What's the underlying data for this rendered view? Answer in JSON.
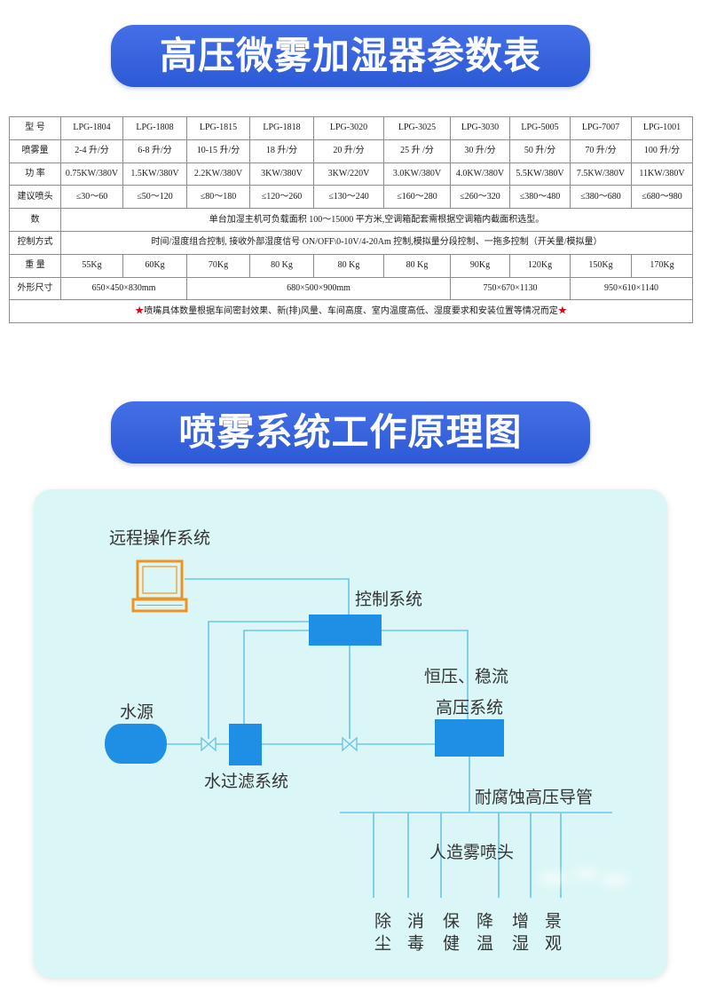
{
  "banners": {
    "spec_title": "高压微雾加湿器参数表",
    "diagram_title": "喷雾系统工作原理图"
  },
  "spec_table": {
    "model": {
      "label": "型 号",
      "values": [
        "LPG-1804",
        "LPG-1808",
        "LPG-1815",
        "LPG-1818",
        "LPG-3020",
        "LPG-3025",
        "LPG-3030",
        "LPG-5005",
        "LPG-7007",
        "LPG-1001"
      ]
    },
    "spray_volume": {
      "label": "喷雾量",
      "values": [
        "2-4 升/分",
        "6-8 升/分",
        "10-15 升/分",
        "18 升/分",
        "20 升/分",
        "25 升 /分",
        "30 升/分",
        "50 升/分",
        "70 升/分",
        "100 升/分"
      ]
    },
    "power": {
      "label": "功 率",
      "values": [
        "0.75KW/380V",
        "1.5KW/380V",
        "2.2KW/380V",
        "3KW/380V",
        "3KW/220V",
        "3.0KW/380V",
        "4.0KW/380V",
        "5.5KW/380V",
        "7.5KW/380V",
        "11KW/380V"
      ]
    },
    "nozzles": {
      "label": "建议喷头",
      "values": [
        "≤30～60",
        "≤50～120",
        "≤80～180",
        "≤120～260",
        "≤130～240",
        "≤160～280",
        "≤260～320",
        "≤380～480",
        "≤380～680",
        "≤680～980"
      ]
    },
    "coverage": {
      "label": "数",
      "text": "单台加湿主机可负载面积 100～15000 平方米,空调箱配套需根据空调箱内截面积选型。"
    },
    "control": {
      "label": "控制方式",
      "text": "时间/湿度组合控制, 接收外部湿度信号 ON/OFF\\0-10V/4-20Am 控制,模拟量分段控制、一拖多控制（开关量/模拟量）"
    },
    "weight": {
      "label": "重 量",
      "values": [
        "55Kg",
        "60Kg",
        "70Kg",
        "80 Kg",
        "80 Kg",
        "80 Kg",
        "90Kg",
        "120Kg",
        "150Kg",
        "170Kg"
      ]
    },
    "dimensions": {
      "label": "外形尺寸",
      "values": [
        "650×450×830mm",
        "680×500×900mm",
        "750×670×1130",
        "950×610×1140"
      ]
    },
    "note": {
      "star": "★",
      "text": "喷嘴具体数量根据车间密封效果、新(排)风量、车间高度、室内温度高低、湿度要求和安装位置等情况而定"
    }
  },
  "diagram": {
    "labels": {
      "remote": "远程操作系统",
      "control": "控制系统",
      "pressure_note": "恒压、稳流",
      "high_pressure": "高压系统",
      "water_source": "水源",
      "filter": "水过滤系统",
      "pipe": "耐腐蚀高压导管",
      "nozzle": "人造雾喷头"
    },
    "uses": [
      "除尘",
      "消毒",
      "保健",
      "降温",
      "增湿",
      "景观"
    ],
    "icons": [
      "computer-icon",
      "valve-icon",
      "water-tank-icon"
    ]
  },
  "colors": {
    "banner": "#2f5fe3",
    "box": "#1f8fe5",
    "line": "#6cc5e8",
    "computer": "#f0921f",
    "panel": "#dbf6f6",
    "star": "#e60012",
    "grid": "#8c8c8c"
  }
}
